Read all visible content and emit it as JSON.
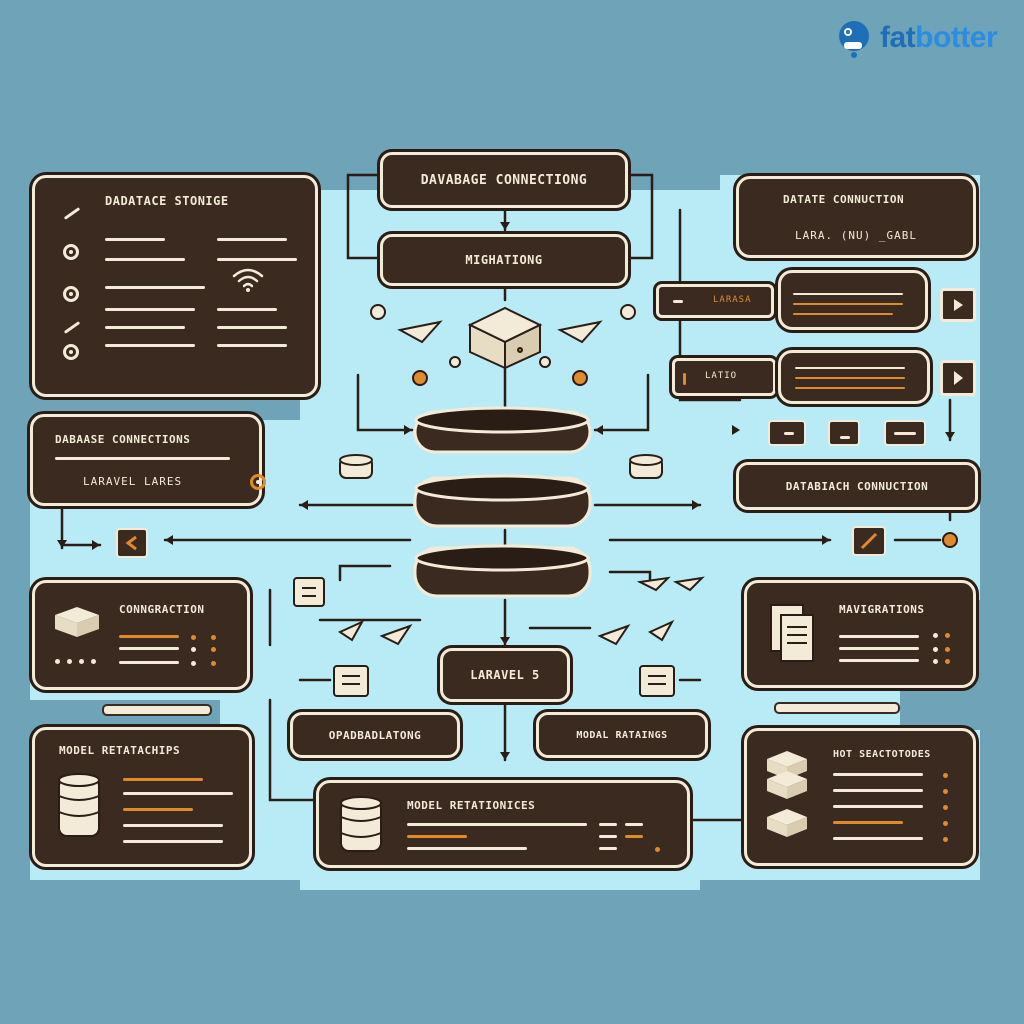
{
  "brand": {
    "name_prefix": "fat",
    "name_suffix": "botter"
  },
  "colors": {
    "background": "#6ea3b8",
    "highlight": "#b9ebf7",
    "panel": "#3a2a20",
    "stroke": "#f3ead7",
    "accent": "#e08a2e",
    "brand": "#1f6fb8"
  },
  "top": {
    "connections": "DAVABAGE CONNECTIONG",
    "migrations": "MIGHATIONG"
  },
  "left": {
    "storage": {
      "title": "DADATACE STONIGE",
      "icon": "wifi-icon"
    },
    "db_conn": {
      "title": "DABAASE CONNECTIONS",
      "sub": "LARAVEL LARES"
    },
    "config": {
      "title": "CONNGRACTION"
    },
    "model": {
      "title": "MODEL RETATACHIPS"
    }
  },
  "right": {
    "data_conn": {
      "title": "DATATE CONNUCTION",
      "sub": "LARA. (NU) _GABL"
    },
    "bar1": "LARASA",
    "bar2": "LATIO",
    "db_conn": {
      "title": "DATABIACH CONNUCTION"
    },
    "migrations": {
      "title": "MAVIGRATIONS"
    },
    "hot": {
      "title": "HOT SEACTOTODES"
    }
  },
  "center": {
    "laravel": "LARAVEL 5",
    "op": "OPADBADLATONG",
    "model": "MODAL RATAINGS"
  },
  "bottom": {
    "model": "MODEL RETATIONICES"
  }
}
